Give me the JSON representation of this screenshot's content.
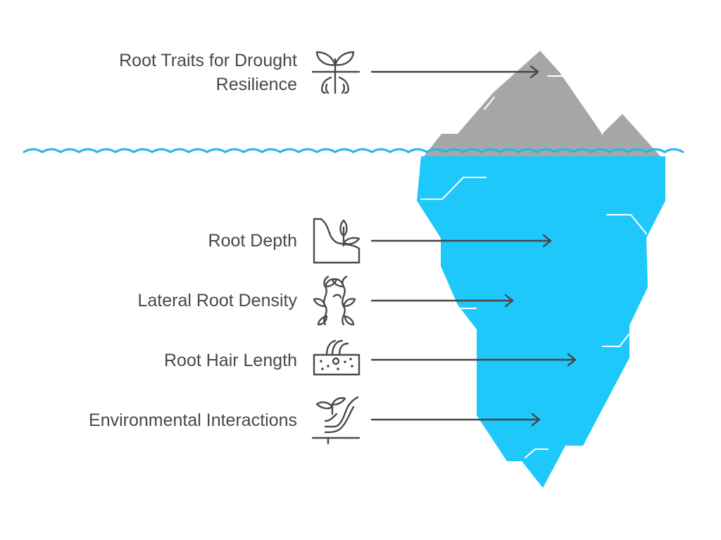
{
  "diagram": {
    "top_item": {
      "title_line1": "Root Traits for Drought",
      "title_line2": "Resilience",
      "icon": "sprout-with-roots-icon"
    },
    "items": [
      {
        "label": "Root Depth",
        "icon": "plant-on-slope-icon"
      },
      {
        "label": "Lateral Root Density",
        "icon": "leafy-vines-icon"
      },
      {
        "label": "Root Hair Length",
        "icon": "root-hairs-in-soil-icon"
      },
      {
        "label": "Environmental Interactions",
        "icon": "hand-holding-plant-icon"
      }
    ],
    "colors": {
      "iceberg_above": "#a6a6a6",
      "iceberg_below": "#1ec8fb",
      "water_line": "#1eb6ea",
      "text": "#484848",
      "arrow": "#454545"
    }
  }
}
